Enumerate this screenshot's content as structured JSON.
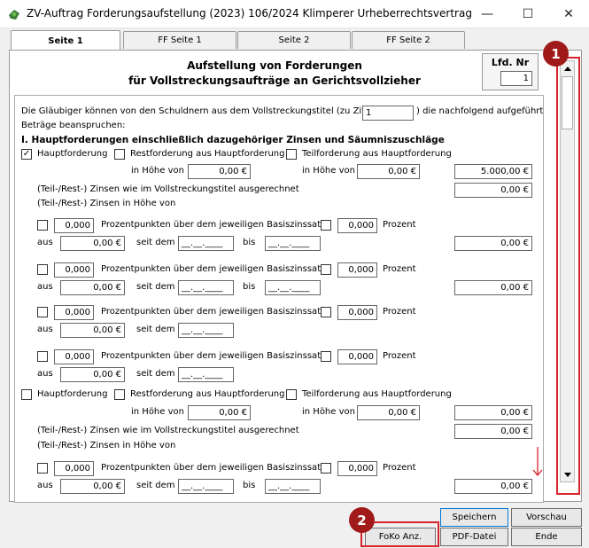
{
  "window": {
    "title": "ZV-Auftrag Forderungsaufstellung (2023) 106/2024 Klimperer Urheberrechtsvertrag",
    "minimize": "—",
    "maximize": "☐",
    "close": "✕"
  },
  "tabs": [
    "Seite 1",
    "FF Seite 1",
    "Seite 2",
    "FF Seite 2"
  ],
  "heading": {
    "line1": "Aufstellung von Forderungen",
    "line2": "für Vollstreckungsaufträge an Gerichtsvollzieher",
    "lfd_label": "Lfd. Nr",
    "lfd_value": "1"
  },
  "intro": {
    "part1": "Die Gläubiger können von den Schuldnern aus dem Vollstreckungstitel (zu Ziffer",
    "ziffer": "1",
    "part2": ") die nachfolgend aufgeführten",
    "line2": "Beträge beanspruchen:"
  },
  "section": "I. Hauptforderungen einschließlich dazugehöriger Zinsen und Säumniszuschläge",
  "labels": {
    "hauptforderung": "Hauptforderung",
    "restforderung": "Restforderung aus Hauptforderung",
    "teilforderung": "Teilforderung aus Hauptforderung",
    "in_hoehe_von": "in Höhe von",
    "zinsen_titel": "(Teil-/Rest-) Zinsen wie im Vollstreckungstitel ausgerechnet",
    "zinsen_hoehe": "(Teil-/Rest-) Zinsen in Höhe von",
    "prozentpunkte": "Prozentpunkten über dem jeweiligen Basiszinssatz",
    "prozent": "Prozent",
    "aus": "aus",
    "seit_dem": "seit dem",
    "bis": "bis"
  },
  "values": {
    "zero_eur": "0,00 €",
    "zero_pct": "0,000",
    "date": "__.__.____",
    "haupt_total": "5.000,00 €",
    "haupt_checked": "✓"
  },
  "buttons": {
    "speichern": "Speichern",
    "vorschau": "Vorschau",
    "foko": "FoKo Anz.",
    "pdf": "PDF-Datei",
    "ende": "Ende"
  },
  "annotations": {
    "a1": "1",
    "a2": "2"
  },
  "colors": {
    "annotation": "#a11a1a",
    "highlight": "#d8232a"
  }
}
